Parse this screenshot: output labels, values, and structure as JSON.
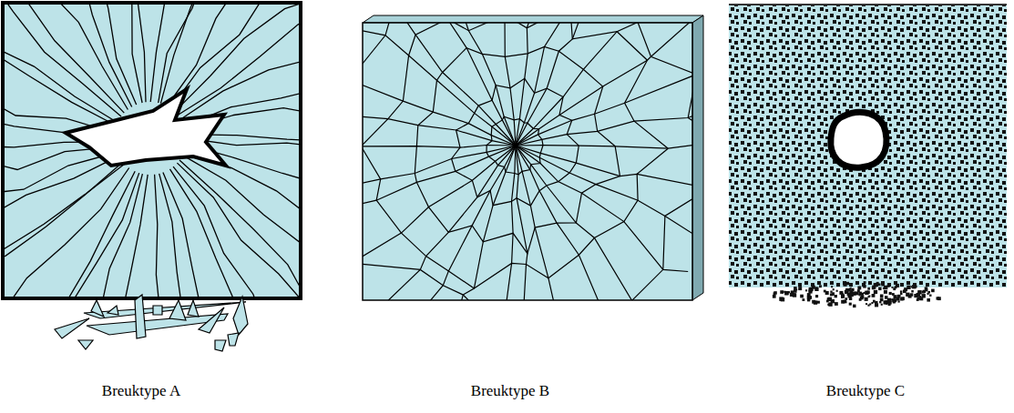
{
  "diagram": {
    "labels": [
      "Breuktype A",
      "Breuktype B",
      "Breuktype C"
    ]
  }
}
